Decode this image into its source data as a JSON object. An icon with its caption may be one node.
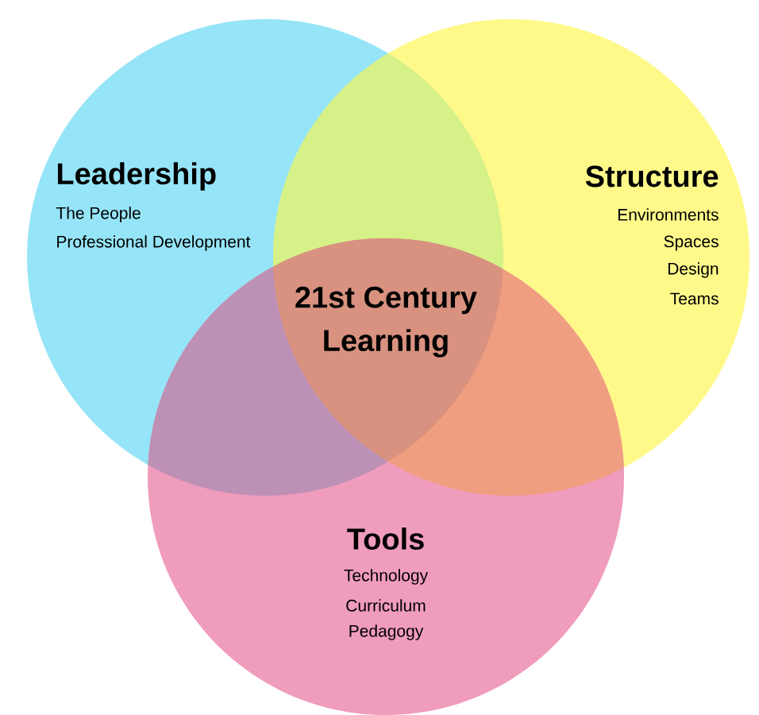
{
  "diagram": {
    "nodes": [
      {
        "text": [
          "Leadership",
          "The People",
          "Professional Development"
        ]
      },
      {
        "text": [
          "Structure",
          "Environments",
          "Spaces",
          "Design",
          "Teams"
        ]
      },
      {
        "text": [
          "Tools",
          "Technology",
          "Curriculum",
          "Pedagogy"
        ]
      }
    ],
    "labels": [
      "21st Century",
      "Learning"
    ]
  }
}
